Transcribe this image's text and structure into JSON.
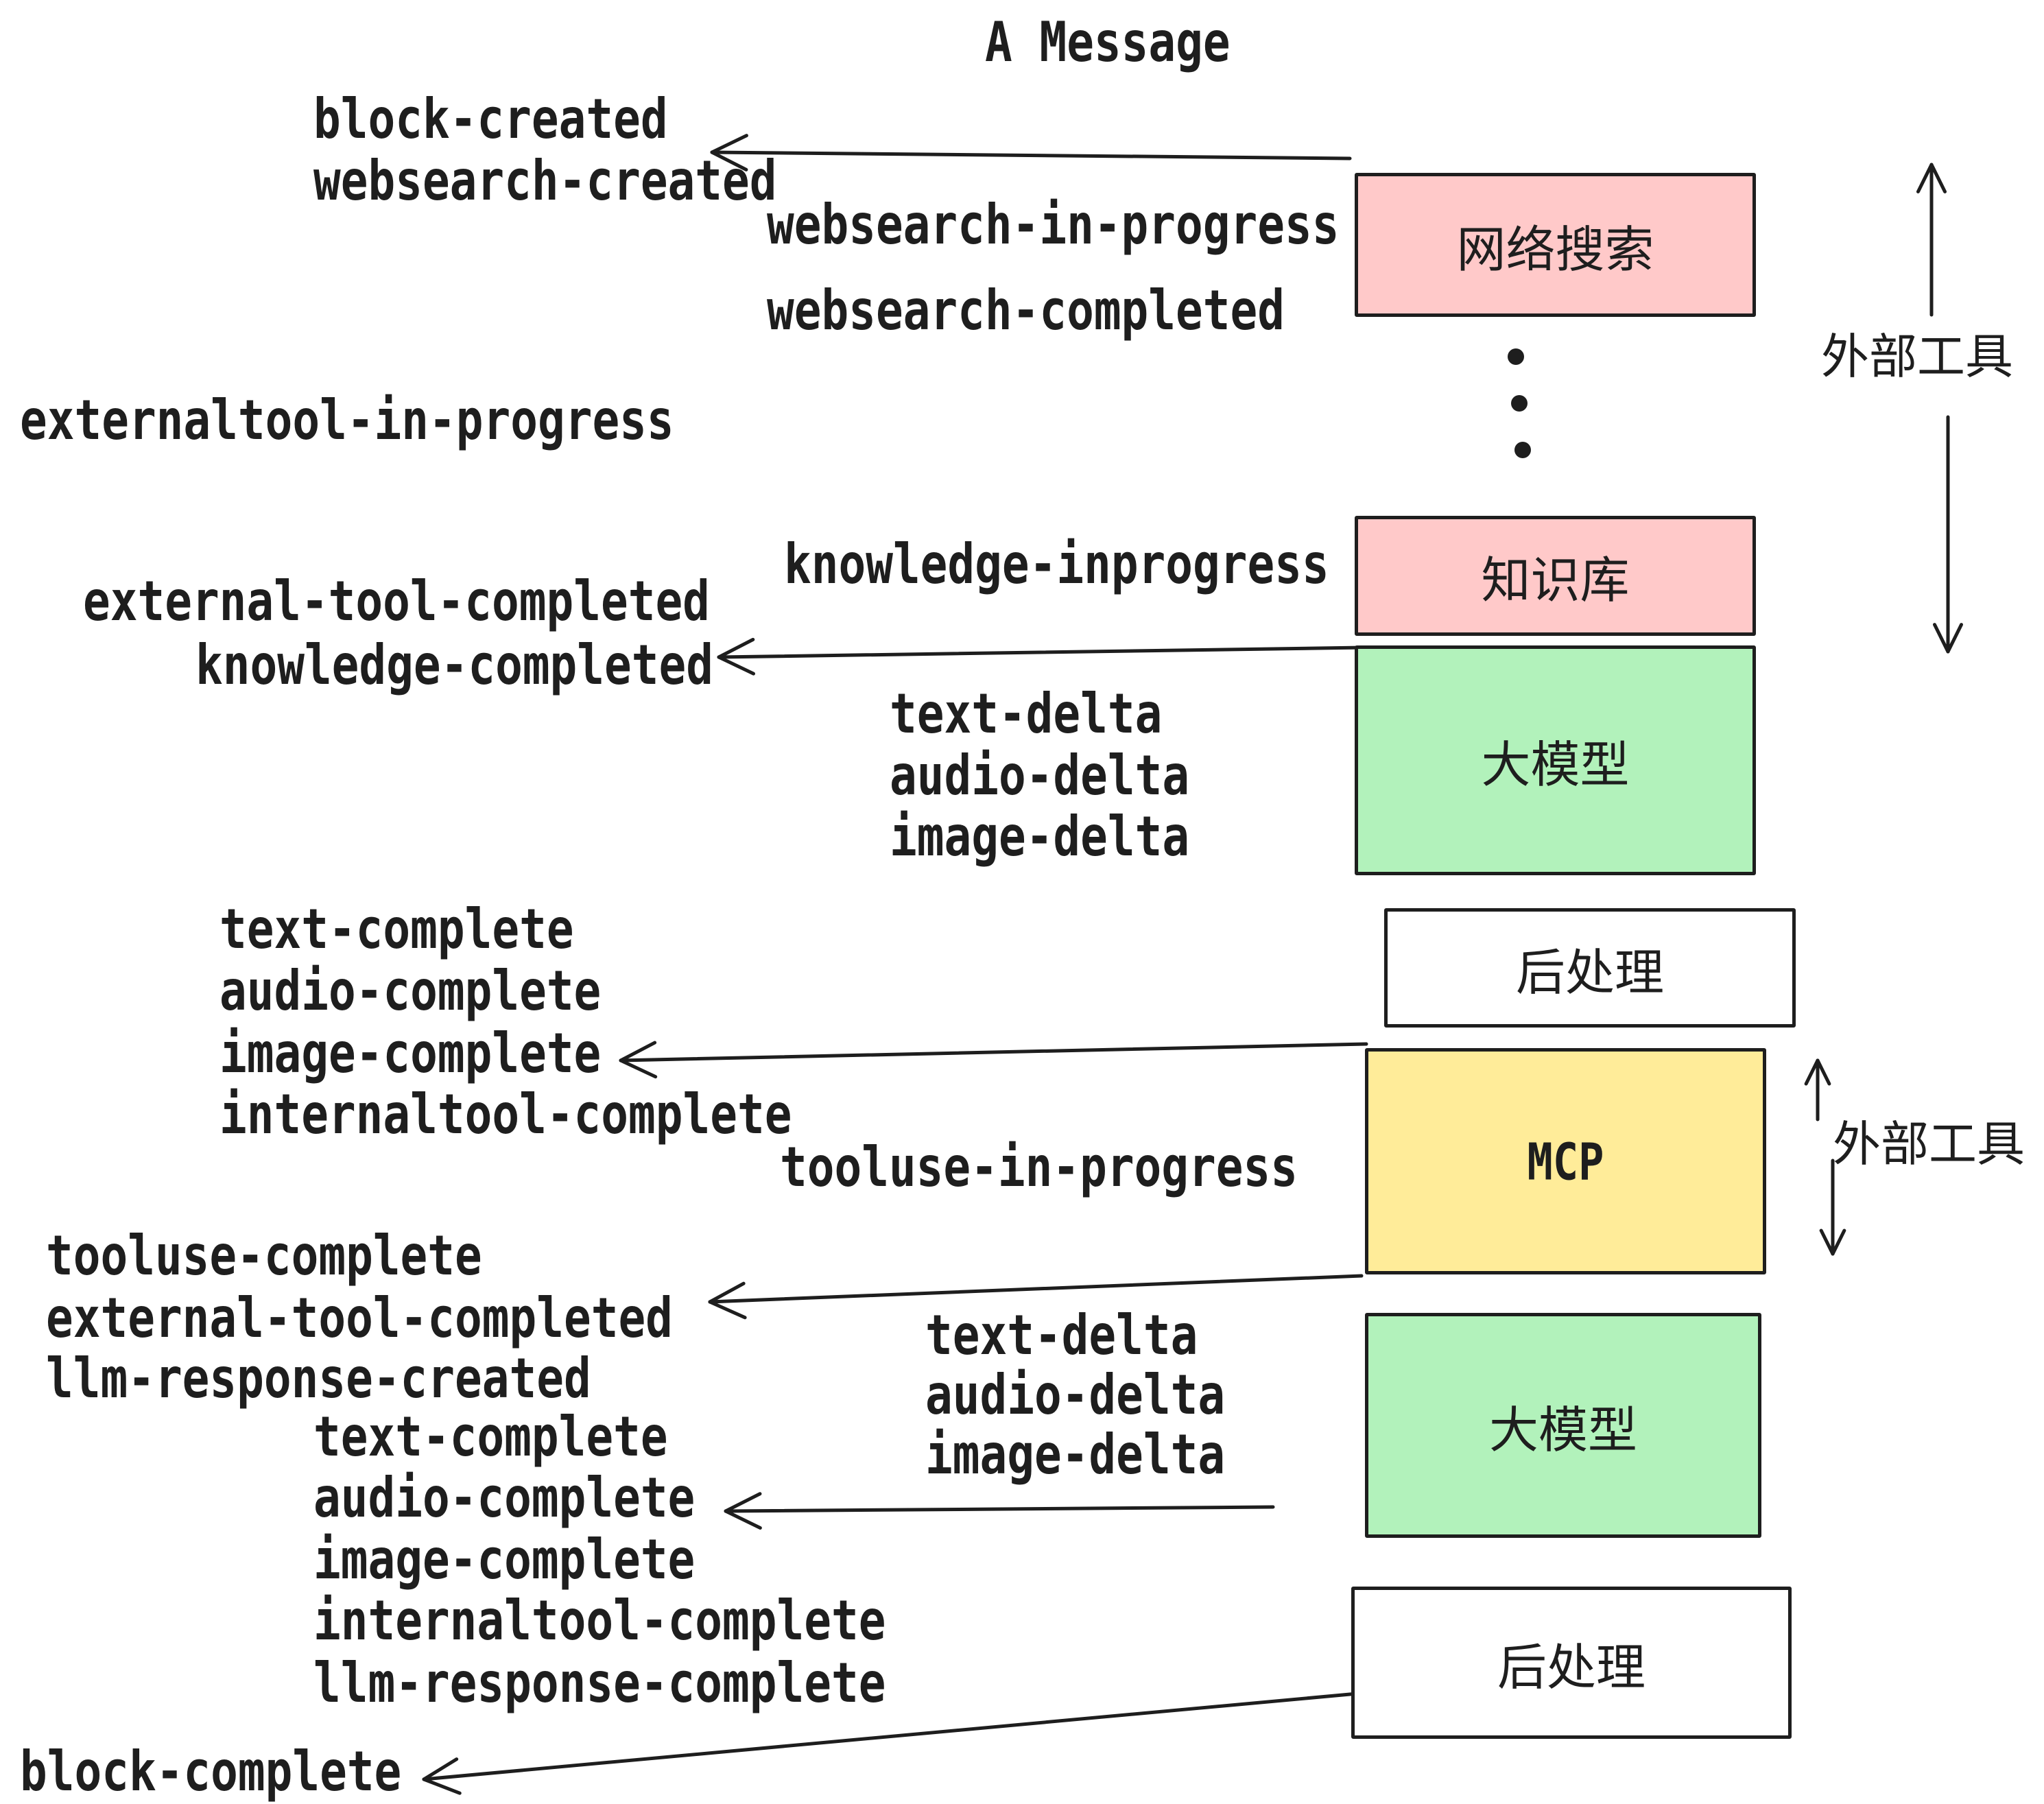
{
  "title": "A Message",
  "colors": {
    "stroke": "#1e1e1e",
    "pink": "#ffc9c9",
    "green": "#b2f2bb",
    "yellow": "#ffec99",
    "white": "#ffffff"
  },
  "boxes": [
    {
      "id": "websearch",
      "label": "网络搜索",
      "color": "pink"
    },
    {
      "id": "knowledge",
      "label": "知识库",
      "color": "pink"
    },
    {
      "id": "llm-1",
      "label": "大模型",
      "color": "green"
    },
    {
      "id": "post-1",
      "label": "后处理",
      "color": "white"
    },
    {
      "id": "mcp",
      "label": "MCP",
      "color": "yellow"
    },
    {
      "id": "llm-2",
      "label": "大模型",
      "color": "green"
    },
    {
      "id": "post-2",
      "label": "后处理",
      "color": "white"
    }
  ],
  "side_labels": [
    {
      "id": "external-tools-1",
      "label": "外部工具"
    },
    {
      "id": "external-tools-2",
      "label": "外部工具"
    }
  ],
  "events": [
    {
      "label": "block-created"
    },
    {
      "label": "websearch-created"
    },
    {
      "label": "websearch-in-progress"
    },
    {
      "label": "websearch-completed"
    },
    {
      "label": "externaltool-in-progress"
    },
    {
      "label": "knowledge-inprogress"
    },
    {
      "label": "external-tool-completed"
    },
    {
      "label": "knowledge-completed"
    },
    {
      "label": "text-delta"
    },
    {
      "label": "audio-delta"
    },
    {
      "label": "image-delta"
    },
    {
      "label": "text-complete"
    },
    {
      "label": "audio-complete"
    },
    {
      "label": "image-complete"
    },
    {
      "label": "internaltool-complete"
    },
    {
      "label": "tooluse-in-progress"
    },
    {
      "label": "tooluse-complete"
    },
    {
      "label": "external-tool-completed"
    },
    {
      "label": "llm-response-created"
    },
    {
      "label": "text-complete"
    },
    {
      "label": "audio-complete"
    },
    {
      "label": "text-delta"
    },
    {
      "label": "audio-delta"
    },
    {
      "label": "image-delta"
    },
    {
      "label": "image-complete"
    },
    {
      "label": "internaltool-complete"
    },
    {
      "label": "llm-response-complete"
    },
    {
      "label": "block-complete"
    }
  ]
}
